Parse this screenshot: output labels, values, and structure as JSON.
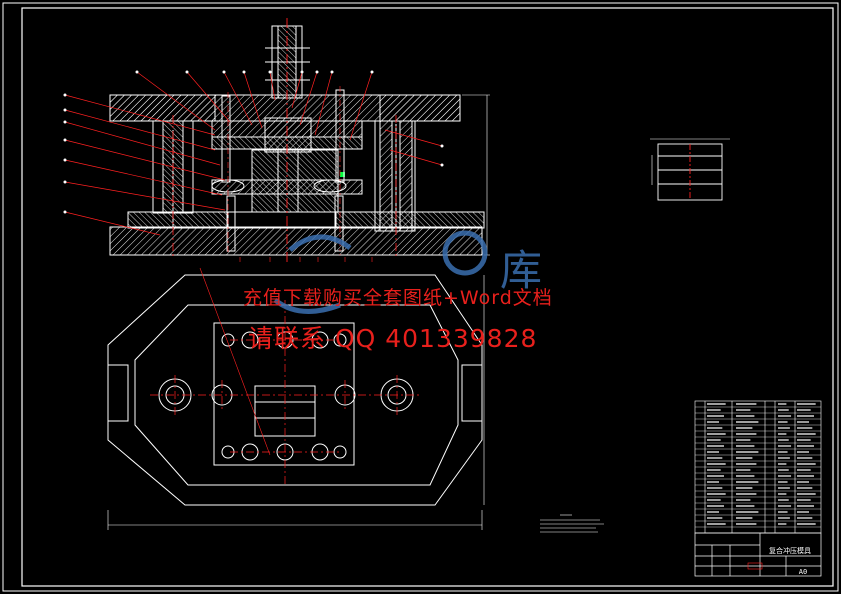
{
  "watermark": {
    "line1": "充值下载购买全套图纸+Word文档",
    "line2": "请联系  QQ 401339828",
    "logo_glyph": "库",
    "color": "#e8201c",
    "logo_color": "#3a6fb0"
  },
  "title_block": {
    "title": "复合冲压模具",
    "sheet_size": "A0"
  },
  "colors": {
    "frame": "#ffffff",
    "centerline": "#ff2020",
    "hatch": "#ffffff",
    "spring": "#00ff40"
  }
}
